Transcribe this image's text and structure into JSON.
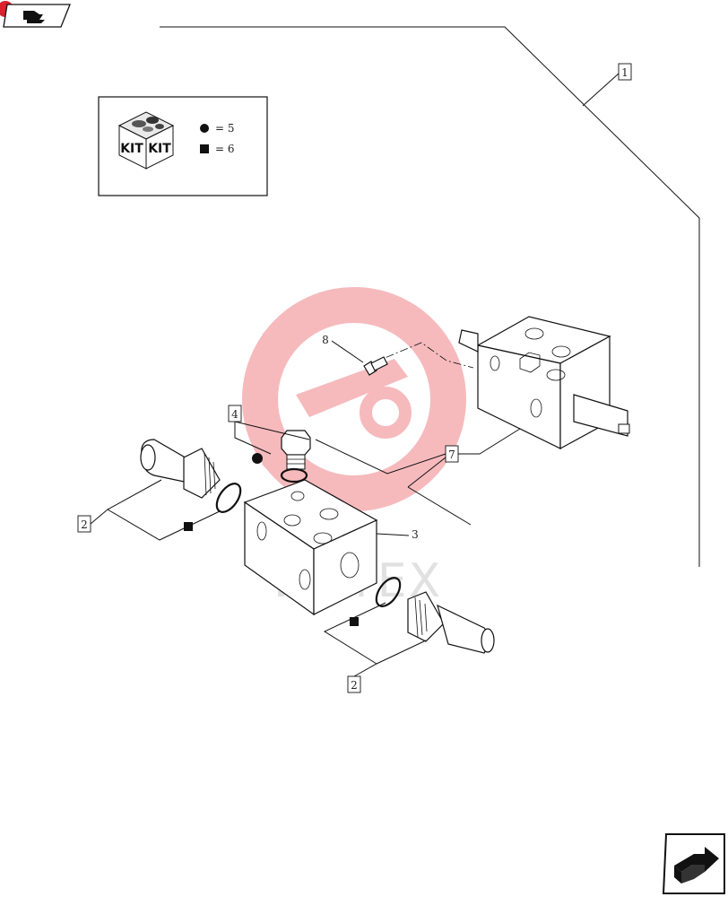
{
  "kit_legend": {
    "kit_word_left": "KIT",
    "kit_word_right": "KIT",
    "items": [
      {
        "symbol": "circle",
        "text": "= 5"
      },
      {
        "symbol": "square",
        "text": "= 6"
      }
    ]
  },
  "callouts": {
    "c1": "1",
    "c2_upper": "2",
    "c2_lower": "2",
    "c3": "3",
    "c4": "4",
    "c7": "7",
    "c8": "8"
  },
  "watermark": {
    "text": "ИНТЕХ",
    "color": "#f4a3a8"
  },
  "icons": {
    "top_left": "book-arrow-icon",
    "bottom_right": "next-page-arrow-icon"
  },
  "colors": {
    "accent_red": "#d9232e",
    "line": "#111111"
  }
}
